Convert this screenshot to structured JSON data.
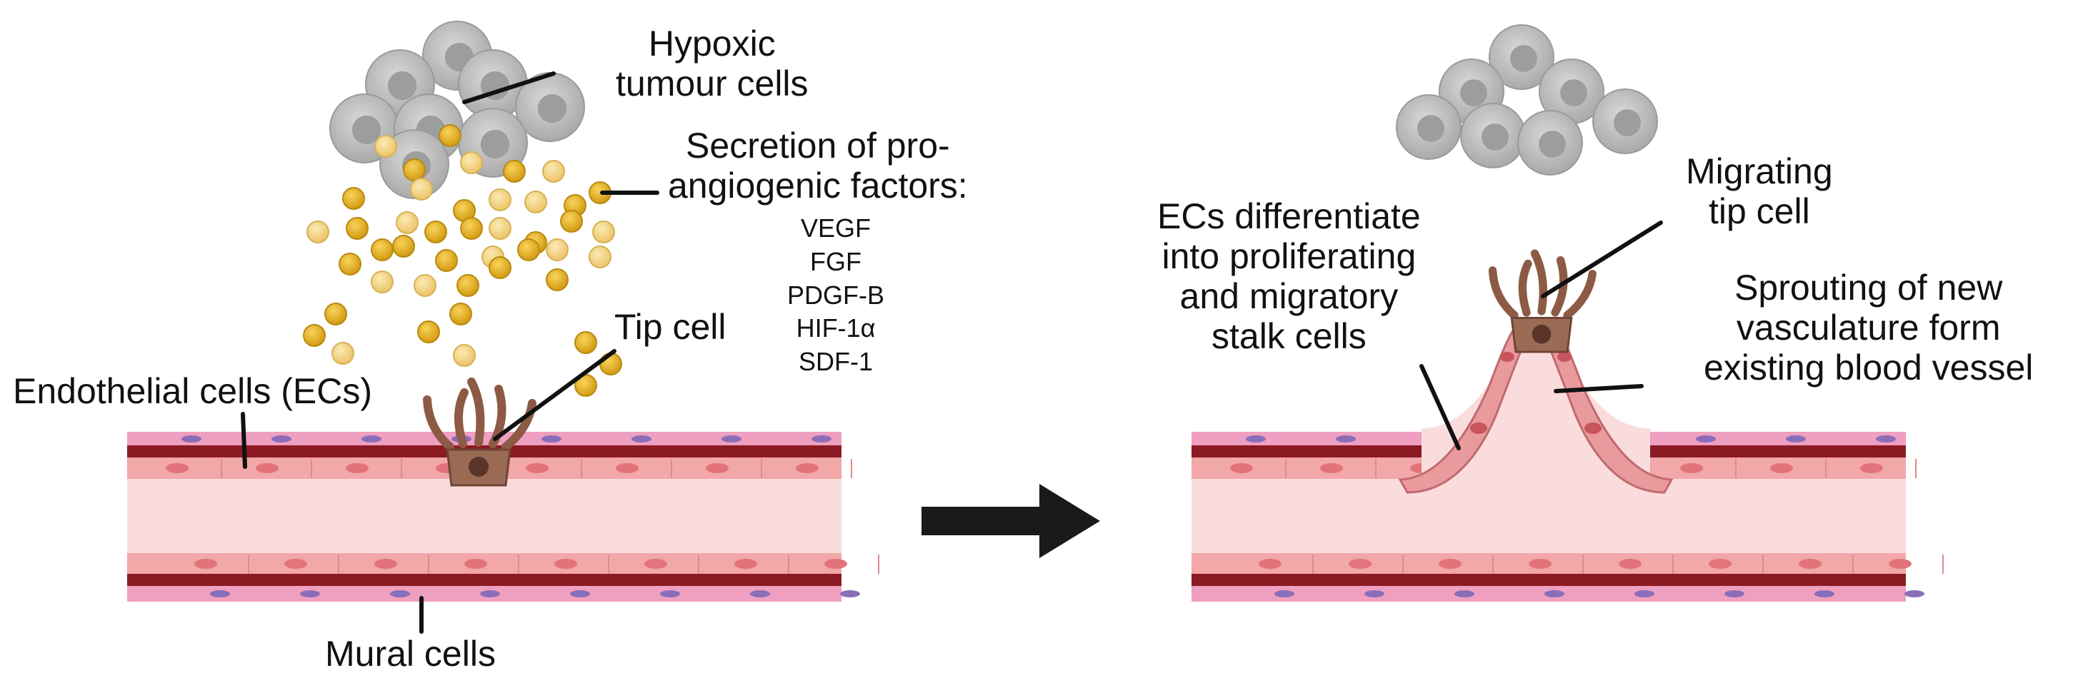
{
  "left_panel": {
    "hypoxic_label": [
      "Hypoxic",
      "tumour cells"
    ],
    "secretion_label": [
      "Secretion of pro-",
      "angiogenic factors:"
    ],
    "factors": [
      "VEGF",
      "FGF",
      "PDGF-B",
      "HIF-1α",
      "SDF-1"
    ],
    "tip_cell_label": "Tip cell",
    "endothelial_label": "Endothelial cells (ECs)",
    "mural_label": "Mural cells"
  },
  "right_panel": {
    "migrating_label": [
      "Migrating",
      "tip cell"
    ],
    "ecs_label": [
      "ECs differentiate",
      "into proliferating",
      "and migratory",
      "stalk cells"
    ],
    "sprouting_label": [
      "Sprouting of new",
      "vasculature form",
      "existing blood vessel"
    ]
  },
  "colors": {
    "vessel_lumen": "#fbdcdc",
    "endothelial": "#f2a7a8",
    "basement": "#8c1a22",
    "mural": "#ef9fbf",
    "factor_dark": "#e3b020",
    "factor_light": "#f6d98a",
    "tumour": "#b8b8b8",
    "tip_cell": "#9a6a55",
    "arrow": "#1a1a1a"
  }
}
